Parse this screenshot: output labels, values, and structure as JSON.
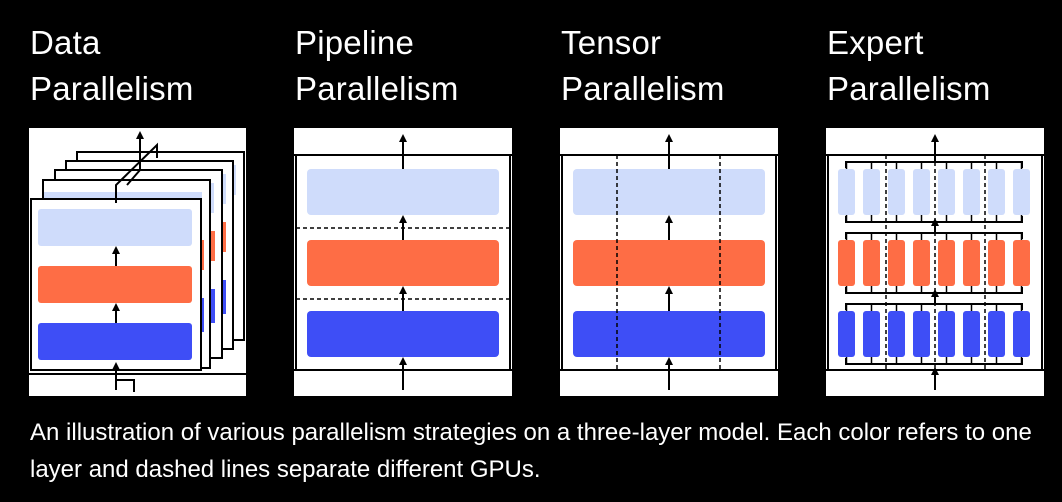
{
  "panels": [
    {
      "id": "data",
      "title": "Data\nParallelism"
    },
    {
      "id": "pipeline",
      "title": "Pipeline\nParallelism"
    },
    {
      "id": "tensor",
      "title": "Tensor\nParallelism"
    },
    {
      "id": "expert",
      "title": "Expert\nParallelism"
    }
  ],
  "caption": "An illustration of various parallelism strategies on a three-layer model. Each color refers to one layer and dashed lines separate different GPUs.",
  "colors": {
    "layer1": "#cfdcfb",
    "layer2": "#fe6d45",
    "layer3": "#3e4ef6",
    "panel_bg": "#ffffff",
    "background": "#000000",
    "line": "#000000"
  }
}
